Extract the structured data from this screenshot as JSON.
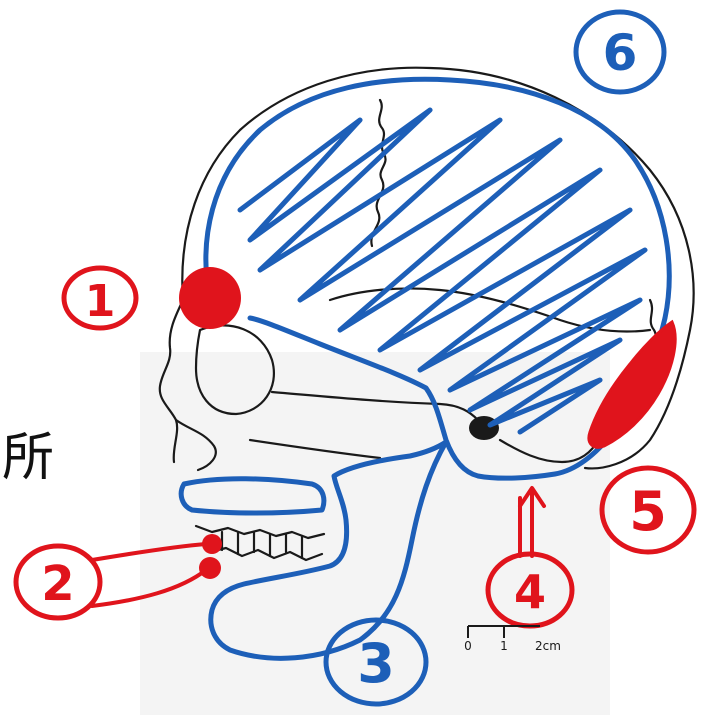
{
  "colors": {
    "outline": "#1a1a1a",
    "blue": "#1d5fb8",
    "red": "#e0141c",
    "paper": "#ffffff",
    "cheek_gray": "#f2f2f2"
  },
  "side_text": "所",
  "labels": {
    "l1": "1",
    "l2": "2",
    "l3": "3",
    "l4": "4",
    "l5": "5",
    "l6": "6"
  },
  "scale_bar": {
    "t0": "0",
    "t1": "1",
    "t2": "2cm"
  }
}
